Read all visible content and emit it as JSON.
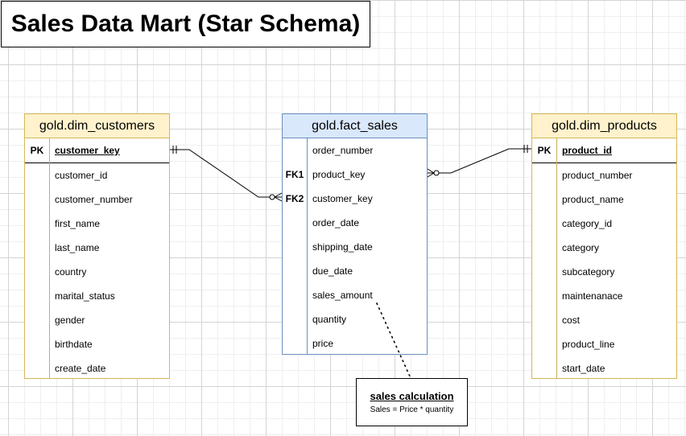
{
  "title": "Sales Data Mart (Star Schema)",
  "entities": {
    "customers": {
      "name": "gold.dim_customers",
      "pk": {
        "key": "PK",
        "field": "customer_key"
      },
      "rows": [
        {
          "key": "",
          "field": "customer_id"
        },
        {
          "key": "",
          "field": "customer_number"
        },
        {
          "key": "",
          "field": "first_name"
        },
        {
          "key": "",
          "field": "last_name"
        },
        {
          "key": "",
          "field": "country"
        },
        {
          "key": "",
          "field": "marital_status"
        },
        {
          "key": "",
          "field": "gender"
        },
        {
          "key": "",
          "field": "birthdate"
        },
        {
          "key": "",
          "field": "create_date"
        }
      ]
    },
    "fact": {
      "name": "gold.fact_sales",
      "rows": [
        {
          "key": "",
          "field": "order_number"
        },
        {
          "key": "FK1",
          "field": "product_key"
        },
        {
          "key": "FK2",
          "field": "customer_key"
        },
        {
          "key": "",
          "field": "order_date"
        },
        {
          "key": "",
          "field": "shipping_date"
        },
        {
          "key": "",
          "field": "due_date"
        },
        {
          "key": "",
          "field": "sales_amount"
        },
        {
          "key": "",
          "field": "quantity"
        },
        {
          "key": "",
          "field": "price"
        }
      ]
    },
    "products": {
      "name": "gold.dim_products",
      "pk": {
        "key": "PK",
        "field": "product_id"
      },
      "rows": [
        {
          "key": "",
          "field": "product_number"
        },
        {
          "key": "",
          "field": "product_name"
        },
        {
          "key": "",
          "field": "category_id"
        },
        {
          "key": "",
          "field": "category"
        },
        {
          "key": "",
          "field": "subcategory"
        },
        {
          "key": "",
          "field": "maintenanace"
        },
        {
          "key": "",
          "field": "cost"
        },
        {
          "key": "",
          "field": "product_line"
        },
        {
          "key": "",
          "field": "start_date"
        }
      ]
    }
  },
  "note": {
    "title": "sales calculation",
    "body": "Sales = Price * quantity"
  },
  "colors": {
    "dim_header": "#fff2cc",
    "dim_border": "#d6b656",
    "fact_header": "#dae8fc",
    "fact_border": "#6c8ebf"
  }
}
